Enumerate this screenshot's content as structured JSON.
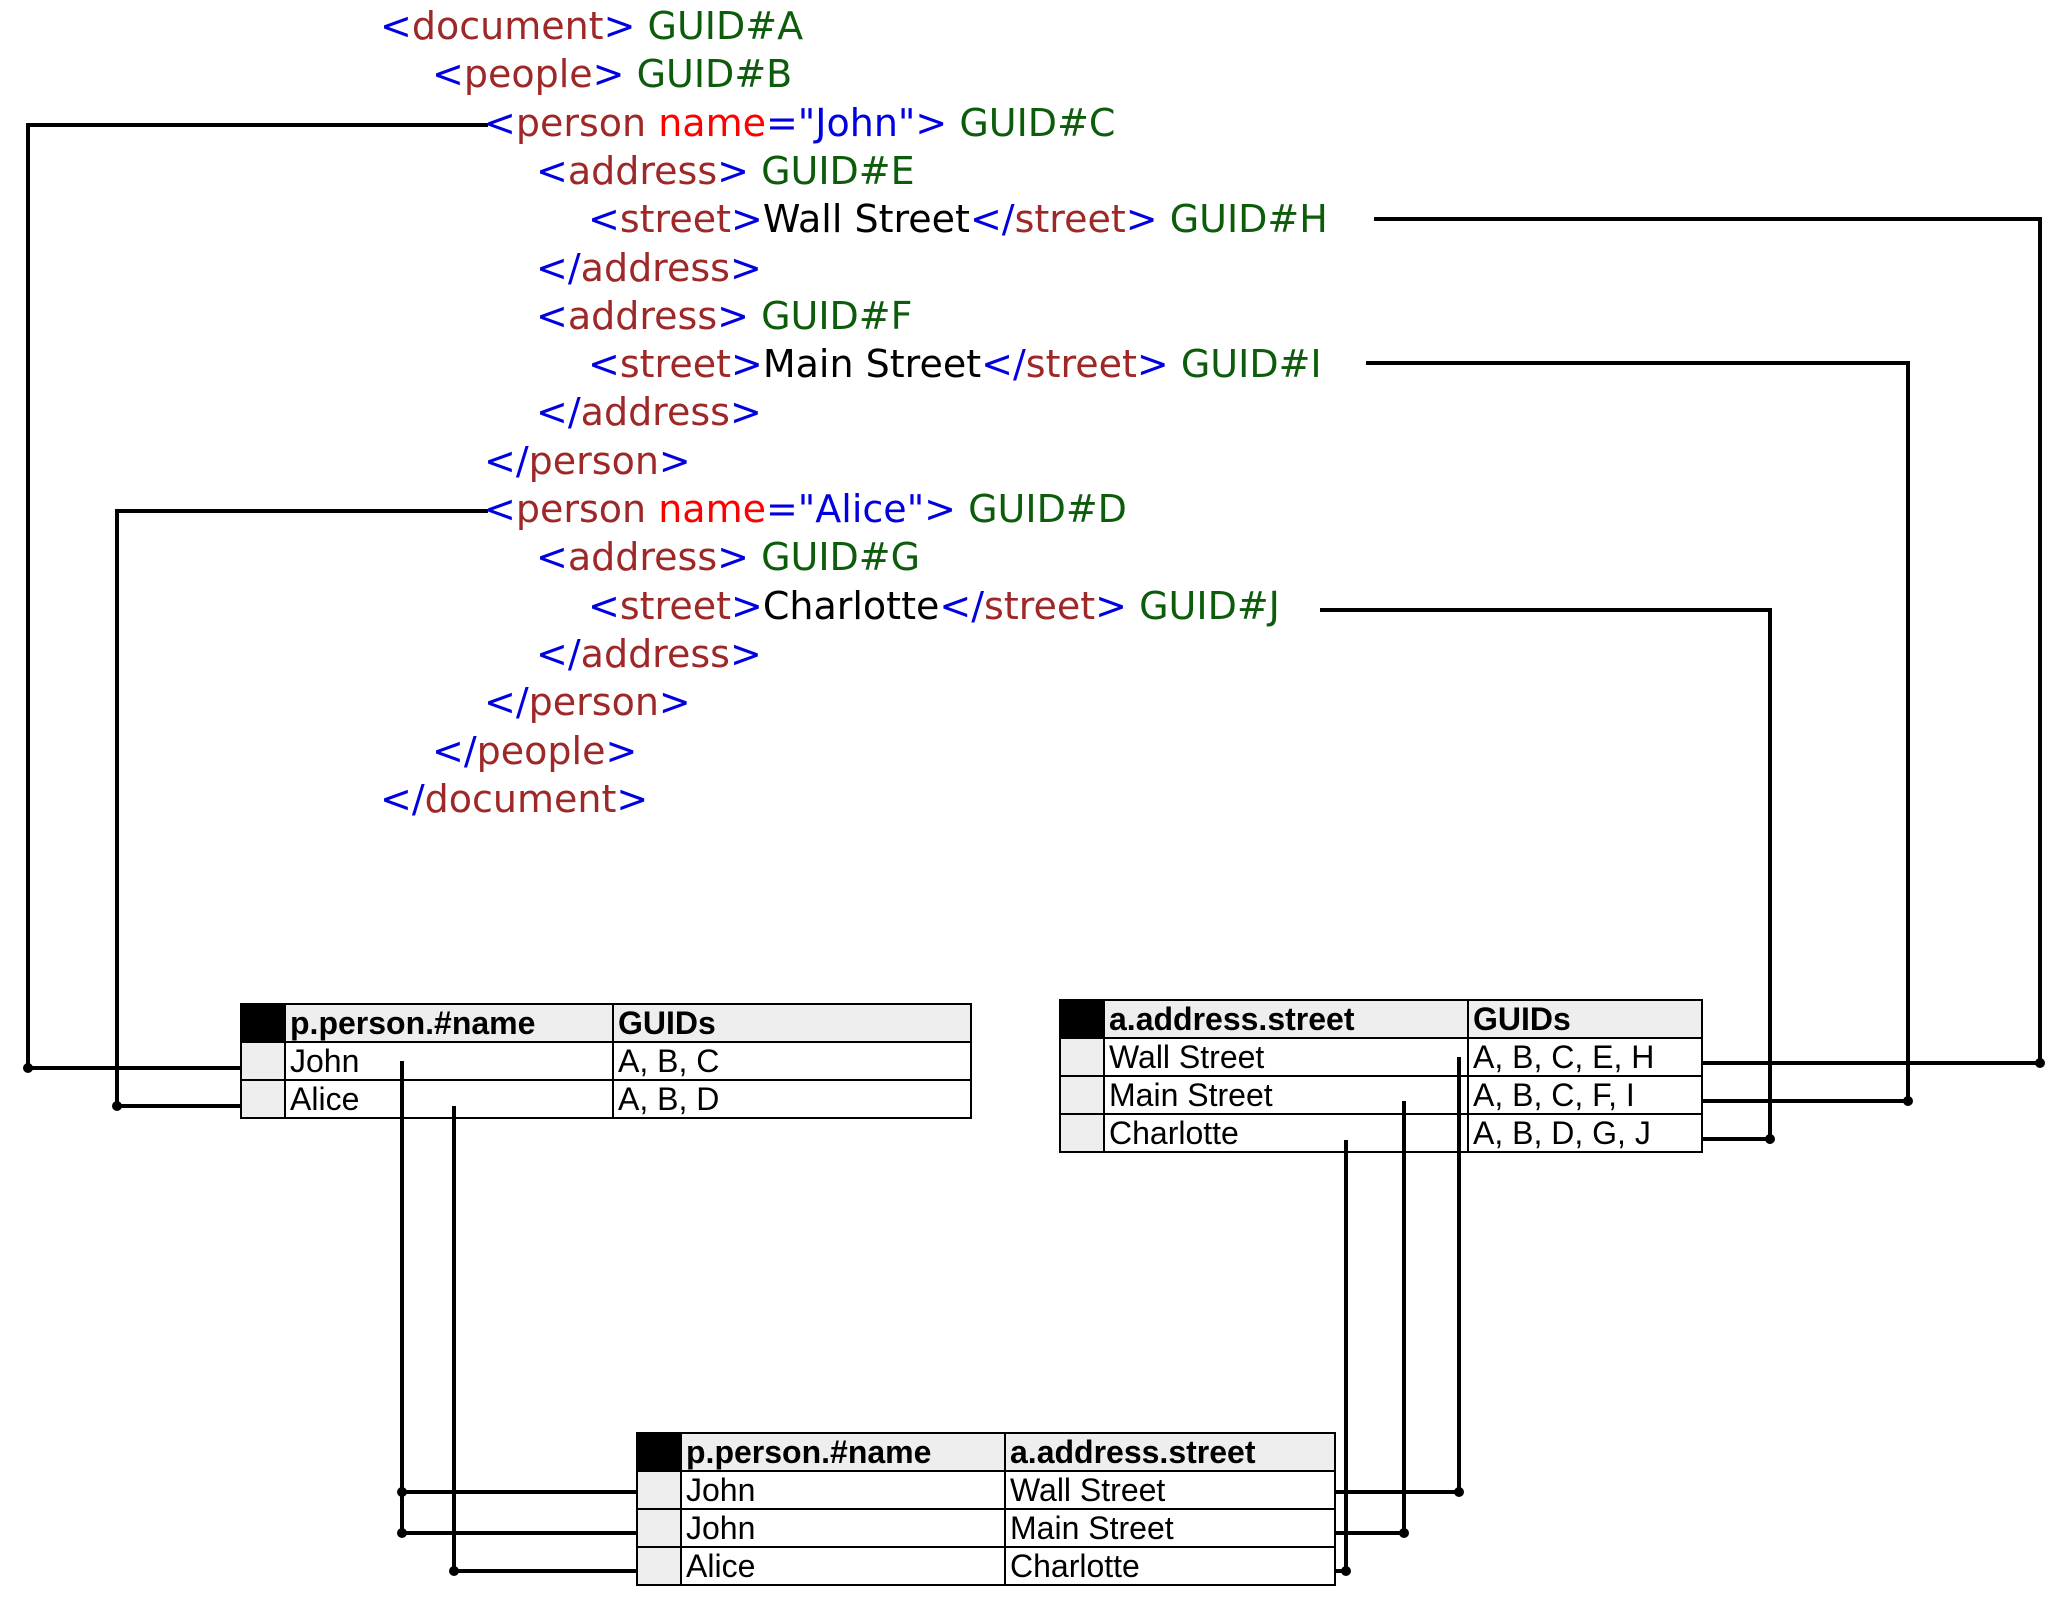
{
  "xml": {
    "lines": [
      {
        "indent": 0,
        "type": "open",
        "tag": "document",
        "guid": "GUID#A"
      },
      {
        "indent": 1,
        "type": "open",
        "tag": "people",
        "guid": "GUID#B"
      },
      {
        "indent": 2,
        "type": "open",
        "tag": "person",
        "attr": "name",
        "value": "John",
        "guid": "GUID#C"
      },
      {
        "indent": 3,
        "type": "open",
        "tag": "address",
        "guid": "GUID#E"
      },
      {
        "indent": 4,
        "type": "leaf",
        "tag": "street",
        "text": "Wall Street",
        "guid": "GUID#H"
      },
      {
        "indent": 3,
        "type": "close",
        "tag": "address"
      },
      {
        "indent": 3,
        "type": "open",
        "tag": "address",
        "guid": "GUID#F"
      },
      {
        "indent": 4,
        "type": "leaf",
        "tag": "street",
        "text": "Main Street",
        "guid": "GUID#I"
      },
      {
        "indent": 3,
        "type": "close",
        "tag": "address"
      },
      {
        "indent": 2,
        "type": "close",
        "tag": "person"
      },
      {
        "indent": 2,
        "type": "open",
        "tag": "person",
        "attr": "name",
        "value": "Alice",
        "guid": "GUID#D"
      },
      {
        "indent": 3,
        "type": "open",
        "tag": "address",
        "guid": "GUID#G"
      },
      {
        "indent": 4,
        "type": "leaf",
        "tag": "street",
        "text": "Charlotte",
        "guid": "GUID#J"
      },
      {
        "indent": 3,
        "type": "close",
        "tag": "address"
      },
      {
        "indent": 2,
        "type": "close",
        "tag": "person"
      },
      {
        "indent": 1,
        "type": "close",
        "tag": "people"
      },
      {
        "indent": 0,
        "type": "close",
        "tag": "document"
      }
    ]
  },
  "tables": {
    "persons": {
      "headers": [
        "p.person.#name",
        "GUIDs"
      ],
      "rows": [
        [
          "John",
          "A, B, C"
        ],
        [
          "Alice",
          "A, B, D"
        ]
      ]
    },
    "addresses": {
      "headers": [
        "a.address.street",
        "GUIDs"
      ],
      "rows": [
        [
          "Wall Street",
          "A, B, C, E, H"
        ],
        [
          "Main Street",
          "A, B, C, F, I"
        ],
        [
          "Charlotte",
          "A, B, D, G, J"
        ]
      ]
    },
    "joined": {
      "headers": [
        "p.person.#name",
        "a.address.street"
      ],
      "rows": [
        [
          "John",
          "Wall Street"
        ],
        [
          "John",
          "Main Street"
        ],
        [
          "Alice",
          "Charlotte"
        ]
      ]
    }
  }
}
